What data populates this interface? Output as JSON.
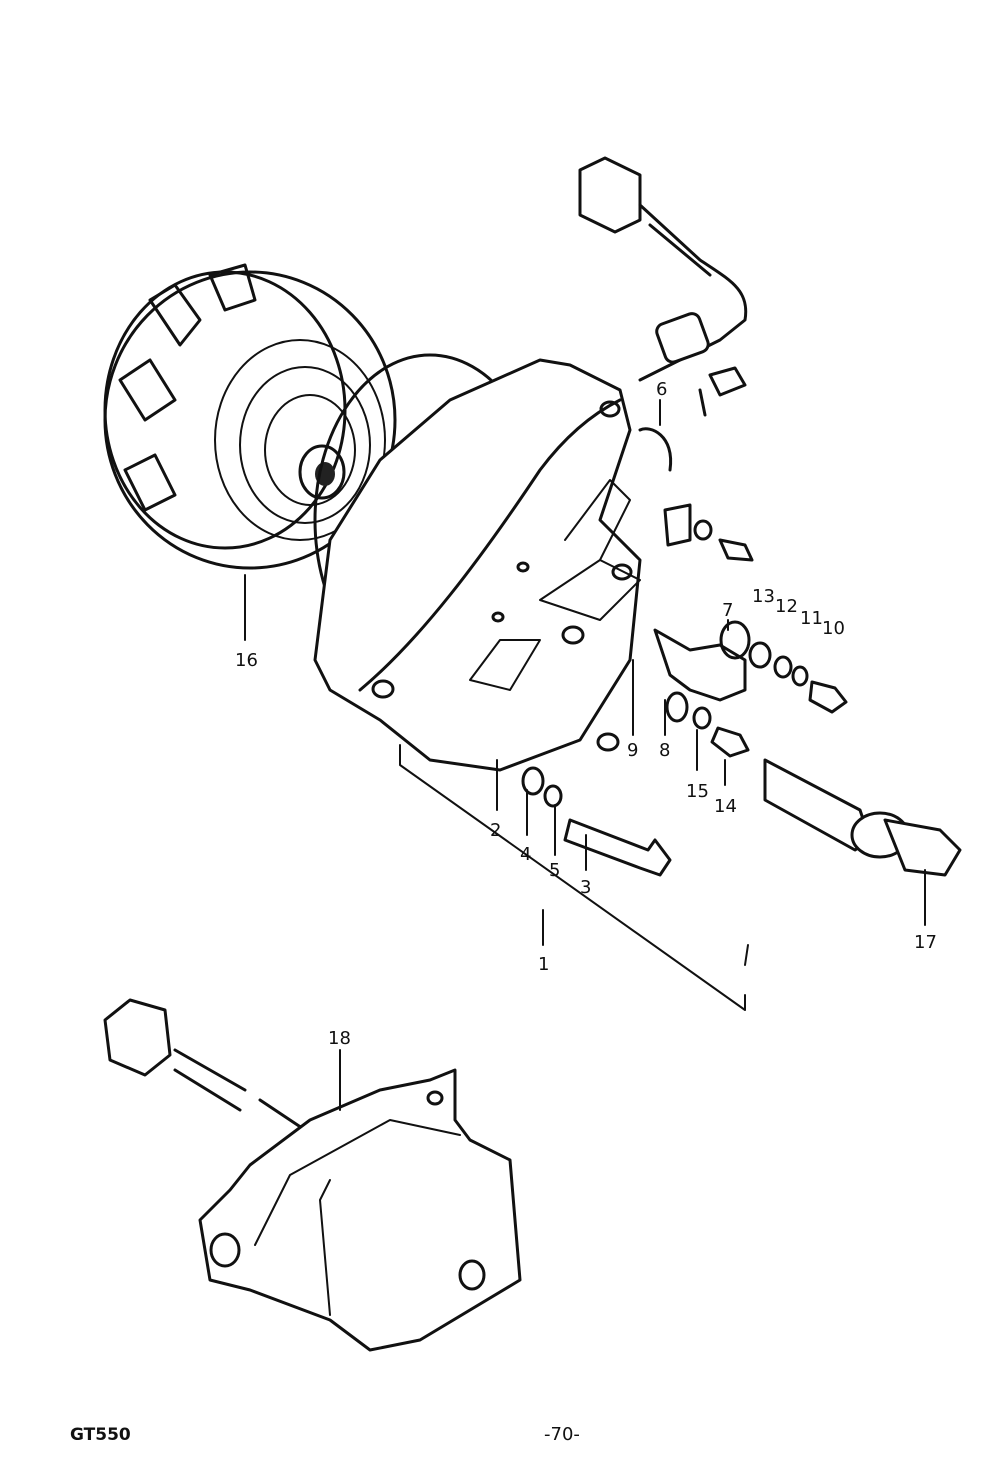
{
  "callouts": [
    {
      "id": "16",
      "label": "16"
    },
    {
      "id": "6",
      "label": "6"
    },
    {
      "id": "7",
      "label": "7"
    },
    {
      "id": "13",
      "label": "13"
    },
    {
      "id": "12",
      "label": "12"
    },
    {
      "id": "11",
      "label": "11"
    },
    {
      "id": "10",
      "label": "10"
    },
    {
      "id": "9",
      "label": "9"
    },
    {
      "id": "8",
      "label": "8"
    },
    {
      "id": "15",
      "label": "15"
    },
    {
      "id": "14",
      "label": "14"
    },
    {
      "id": "2",
      "label": "2"
    },
    {
      "id": "4",
      "label": "4"
    },
    {
      "id": "5",
      "label": "5"
    },
    {
      "id": "3",
      "label": "3"
    },
    {
      "id": "17",
      "label": "17"
    },
    {
      "id": "1",
      "label": "1"
    },
    {
      "id": "18",
      "label": "18"
    }
  ],
  "footer": {
    "model": "GT550",
    "page_number": "-70-"
  }
}
